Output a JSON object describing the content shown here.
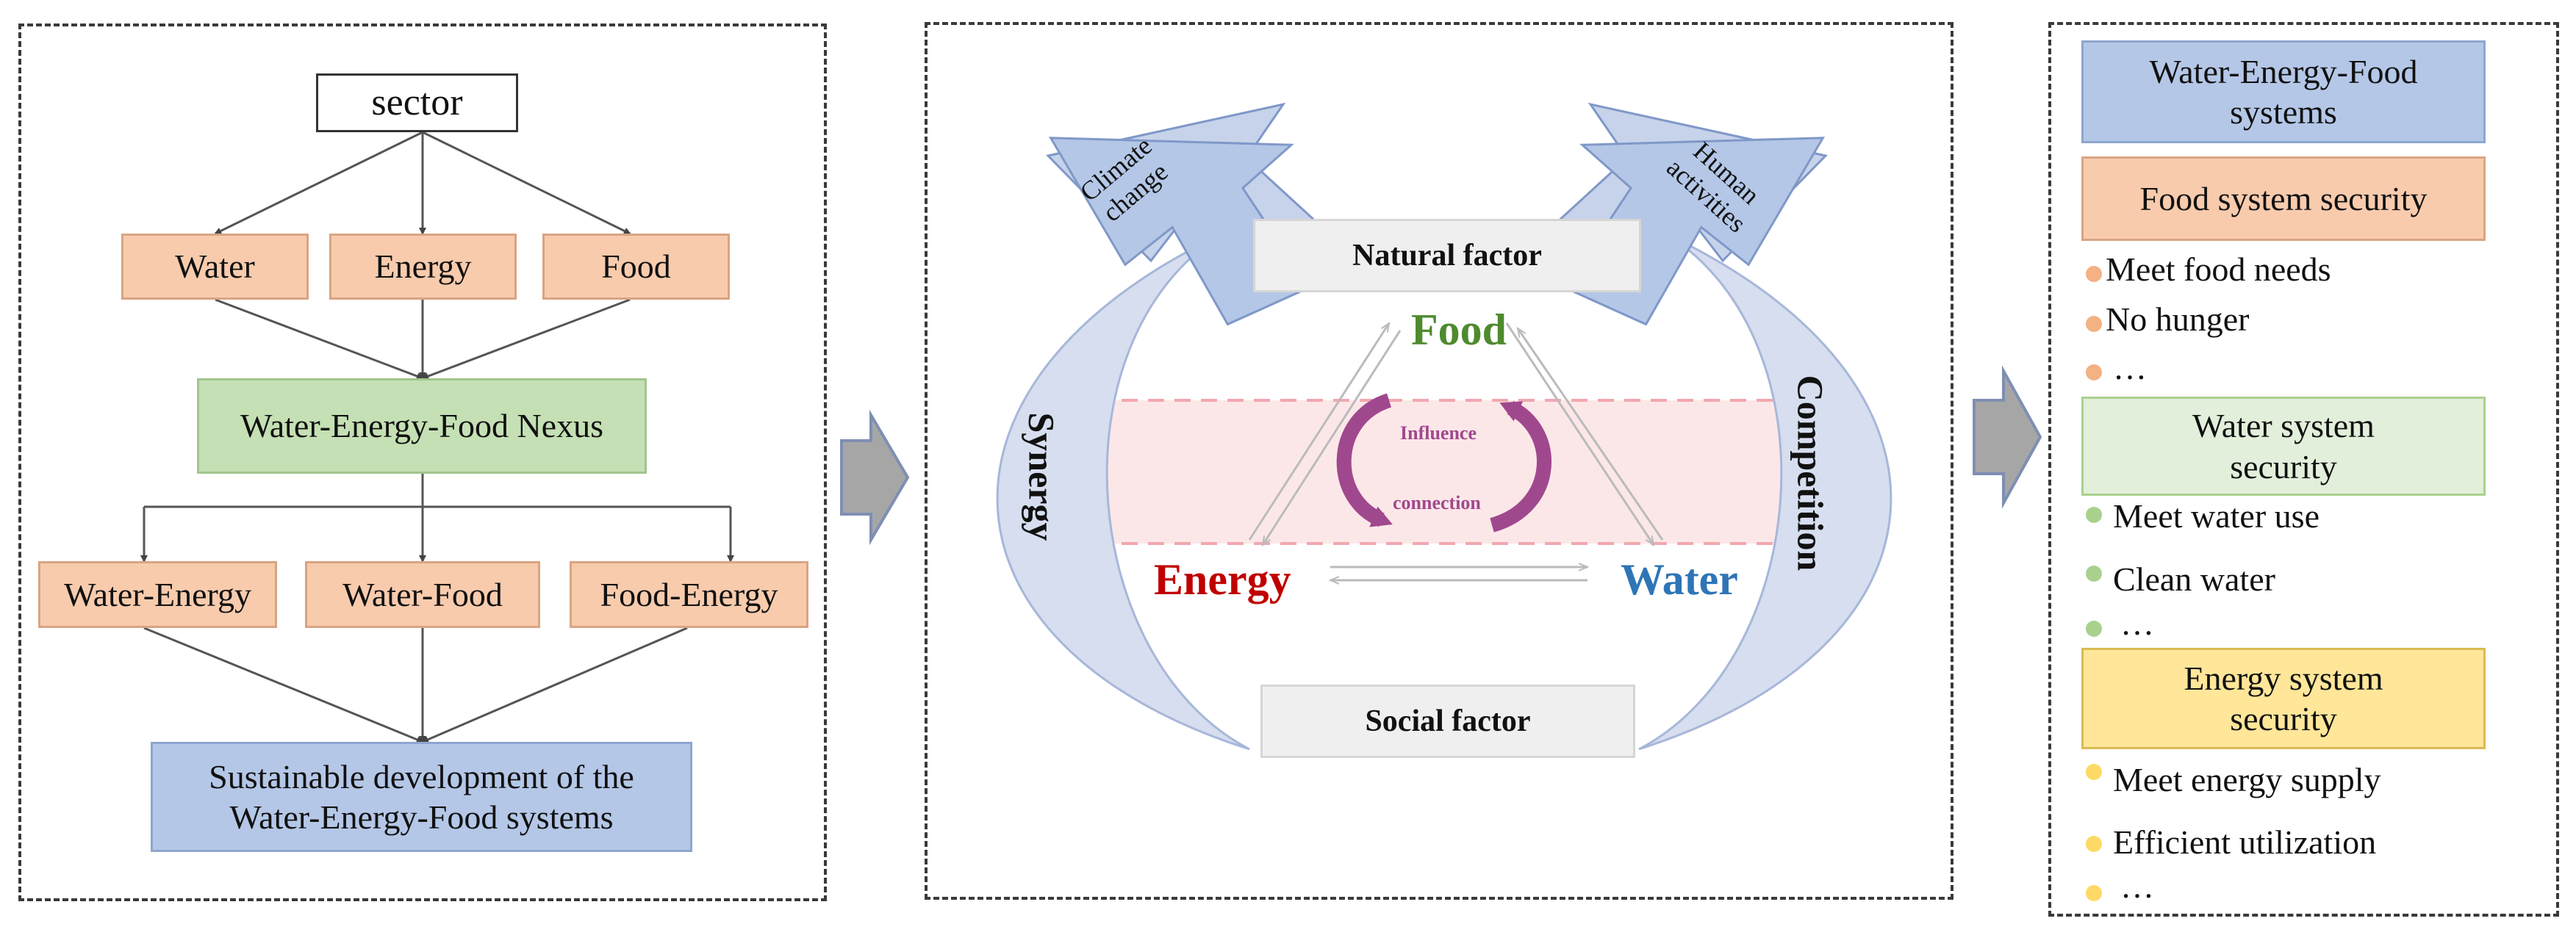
{
  "left": {
    "sector": "sector",
    "water": "Water",
    "energy": "Energy",
    "food": "Food",
    "nexus": "Water-Energy-Food Nexus",
    "water_energy": "Water-Energy",
    "water_food": "Water-Food",
    "food_energy": "Food-Energy",
    "sustainable_line1": "Sustainable development of the",
    "sustainable_line2": "Water-Energy-Food systems"
  },
  "middle": {
    "climate_line1": "Climate",
    "climate_line2": "change",
    "human_line1": "Human",
    "human_line2": "activities",
    "natural_factor": "Natural factor",
    "social_factor": "Social factor",
    "synergy": "Synergy",
    "competition": "Competition",
    "food": "Food",
    "energy": "Energy",
    "water": "Water",
    "influence": "Influence",
    "connection": "connection"
  },
  "right": {
    "wef_line1": "Water-Energy-Food",
    "wef_line2": "systems",
    "food_security": "Food system security",
    "food_items": [
      "Meet food needs",
      "No hunger",
      "…"
    ],
    "water_security_line1": "Water system",
    "water_security_line2": "security",
    "water_items": [
      "Meet water use",
      "Clean water",
      "…"
    ],
    "energy_security_line1": "Energy system",
    "energy_security_line2": "security",
    "energy_items": [
      "Meet energy supply",
      "Efficient utilization",
      "…"
    ]
  },
  "colors": {
    "orange": "#f8cbad",
    "green": "#c5e0b4",
    "blue": "#b4c7e7",
    "light_green": "#e2efda",
    "yellow": "#ffe699",
    "food_green": "#4e8a2e",
    "energy_red": "#c00000",
    "water_blue": "#2e75b6",
    "cycle_purple": "#a0488e"
  }
}
